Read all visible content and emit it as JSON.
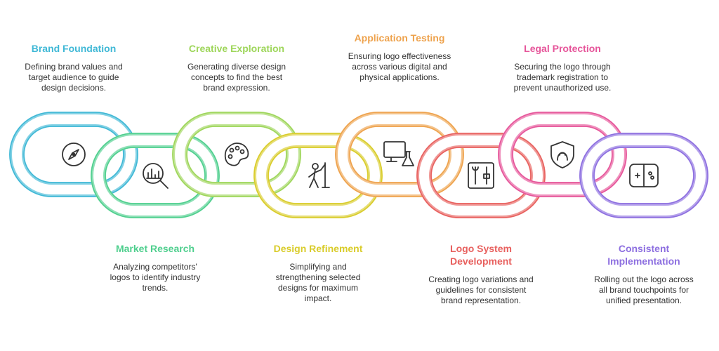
{
  "steps": [
    {
      "title": "Brand Foundation",
      "desc": "Defining brand values and target audience to guide design decisions.",
      "color": "#3fb8d6",
      "icon": "compass-icon",
      "position": "top"
    },
    {
      "title": "Market Research",
      "desc": "Analyzing competitors' logos to identify industry trends.",
      "color": "#4fcf8e",
      "icon": "magnifier-chart-icon",
      "position": "bottom"
    },
    {
      "title": "Creative Exploration",
      "desc": "Generating diverse design concepts to find the best brand expression.",
      "color": "#9ed65a",
      "icon": "palette-icon",
      "position": "top"
    },
    {
      "title": "Design Refinement",
      "desc": "Simplifying and strengthening selected designs for maximum impact.",
      "color": "#d9cc2a",
      "icon": "sculptor-icon",
      "position": "bottom"
    },
    {
      "title": "Application Testing",
      "desc": "Ensuring logo effectiveness across various digital and physical applications.",
      "color": "#eea24c",
      "icon": "monitor-flask-icon",
      "position": "top"
    },
    {
      "title": "Logo System Development",
      "desc": "Creating logo variations and guidelines for consistent brand representation.",
      "color": "#e8605e",
      "icon": "tools-icon",
      "position": "bottom"
    },
    {
      "title": "Legal Protection",
      "desc": "Securing the logo through trademark registration to prevent unauthorized use.",
      "color": "#e6559a",
      "icon": "shield-icon",
      "position": "top"
    },
    {
      "title": "Consistent Implementation",
      "desc": "Rolling out the logo across all brand touchpoints for unified presentation.",
      "color": "#8d6fe0",
      "icon": "gamepad-icon",
      "position": "bottom"
    }
  ]
}
